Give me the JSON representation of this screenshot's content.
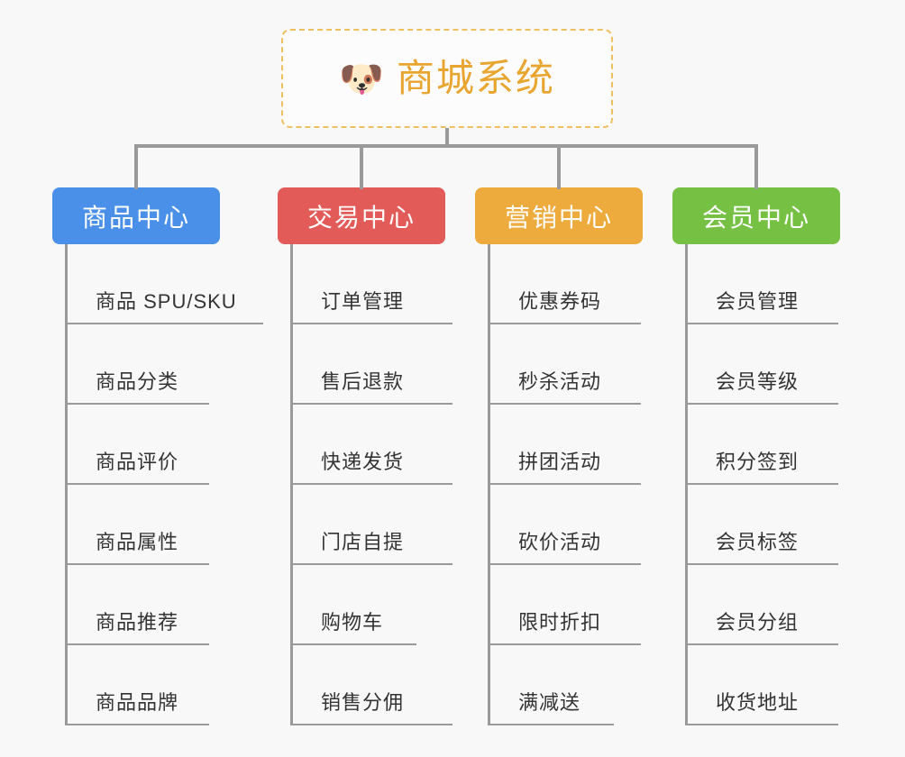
{
  "diagram": {
    "type": "org-tree",
    "background_color": "#f8f8f8",
    "root": {
      "title": "商城系统",
      "icon": "dog-face-icon",
      "icon_glyph": "🐶",
      "border_color": "#f0c060",
      "text_color": "#e8a530"
    },
    "connector_color": "#9a9a9a",
    "columns": [
      {
        "id": "product-center",
        "header": "商品中心",
        "color": "#4a90e8",
        "items": [
          "商品 SPU/SKU",
          "商品分类",
          "商品评价",
          "商品属性",
          "商品推荐",
          "商品品牌"
        ]
      },
      {
        "id": "trade-center",
        "header": "交易中心",
        "color": "#e35b58",
        "items": [
          "订单管理",
          "售后退款",
          "快递发货",
          "门店自提",
          "购物车",
          "销售分佣"
        ]
      },
      {
        "id": "marketing-center",
        "header": "营销中心",
        "color": "#eeab3d",
        "items": [
          "优惠券码",
          "秒杀活动",
          "拼团活动",
          "砍价活动",
          "限时折扣",
          "满减送"
        ]
      },
      {
        "id": "member-center",
        "header": "会员中心",
        "color": "#76c043",
        "items": [
          "会员管理",
          "会员等级",
          "积分签到",
          "会员标签",
          "会员分组",
          "收货地址"
        ]
      }
    ]
  }
}
